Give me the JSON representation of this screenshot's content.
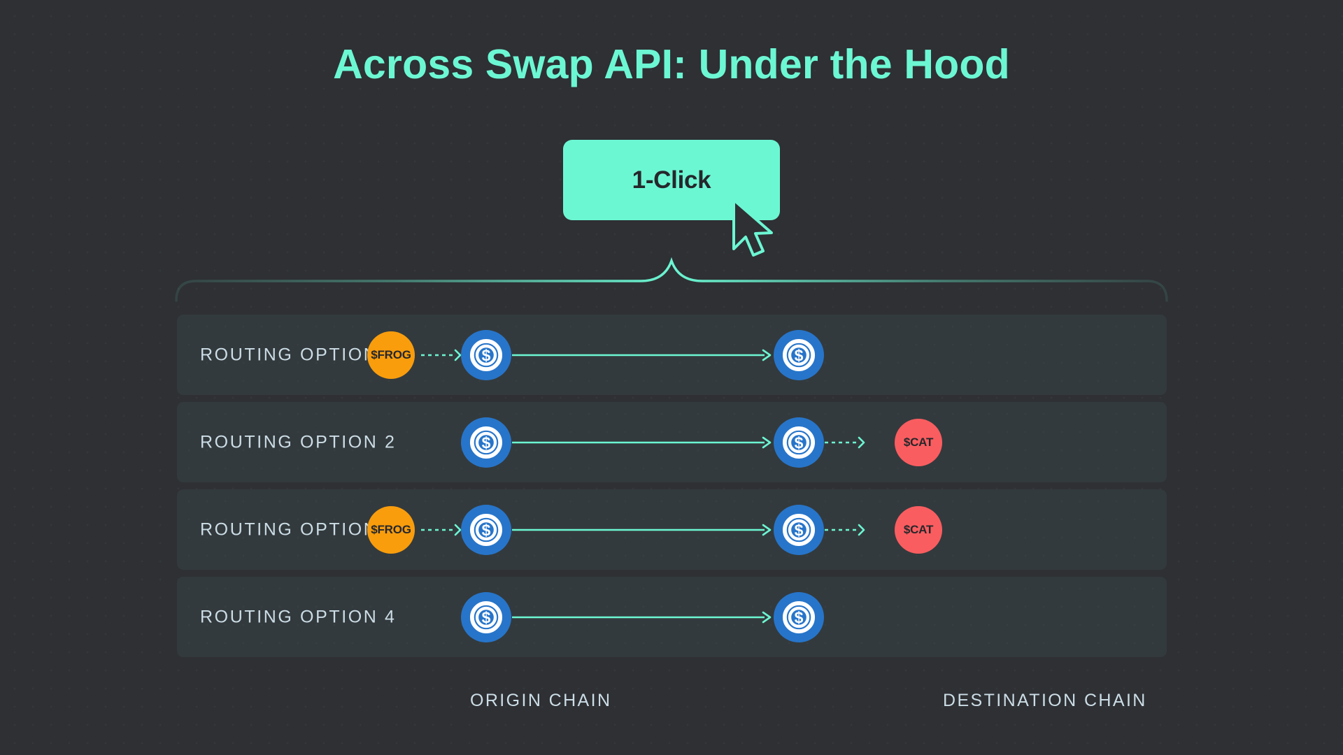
{
  "title": "Across Swap API: Under the Hood",
  "cta": {
    "label": "1-Click",
    "cursor_icon": "mouse-pointer-icon"
  },
  "colors": {
    "accent_mint": "#6cf7d3",
    "page_background": "#2e3034",
    "row_background": "#333a3d",
    "label_text": "#ccdde6",
    "token_frog": "#f99d0d",
    "token_cat": "#fa5d60",
    "usdc_blue": "#2775ca",
    "usdc_white": "#ffffff"
  },
  "rows": [
    {
      "label": "ROUTING OPTION 1",
      "origin_token": "$FROG",
      "origin_swap_arrow": "dashed",
      "bridge_arrow": "solid",
      "destination_token": null,
      "destination_swap_arrow": null
    },
    {
      "label": "ROUTING OPTION 2",
      "origin_token": null,
      "origin_swap_arrow": null,
      "bridge_arrow": "solid",
      "destination_token": "$CAT",
      "destination_swap_arrow": "dashed"
    },
    {
      "label": "ROUTING OPTION 3",
      "origin_token": "$FROG",
      "origin_swap_arrow": "dashed",
      "bridge_arrow": "solid",
      "destination_token": "$CAT",
      "destination_swap_arrow": "dashed"
    },
    {
      "label": "ROUTING OPTION 4",
      "origin_token": null,
      "origin_swap_arrow": null,
      "bridge_arrow": "solid",
      "destination_token": null,
      "destination_swap_arrow": null
    }
  ],
  "footer": {
    "origin_chain": "ORIGIN CHAIN",
    "destination_chain": "DESTINATION CHAIN"
  },
  "stablecoin_icon_label": "usdc-coin-icon",
  "brace_icon_label": "curly-brace-connector"
}
